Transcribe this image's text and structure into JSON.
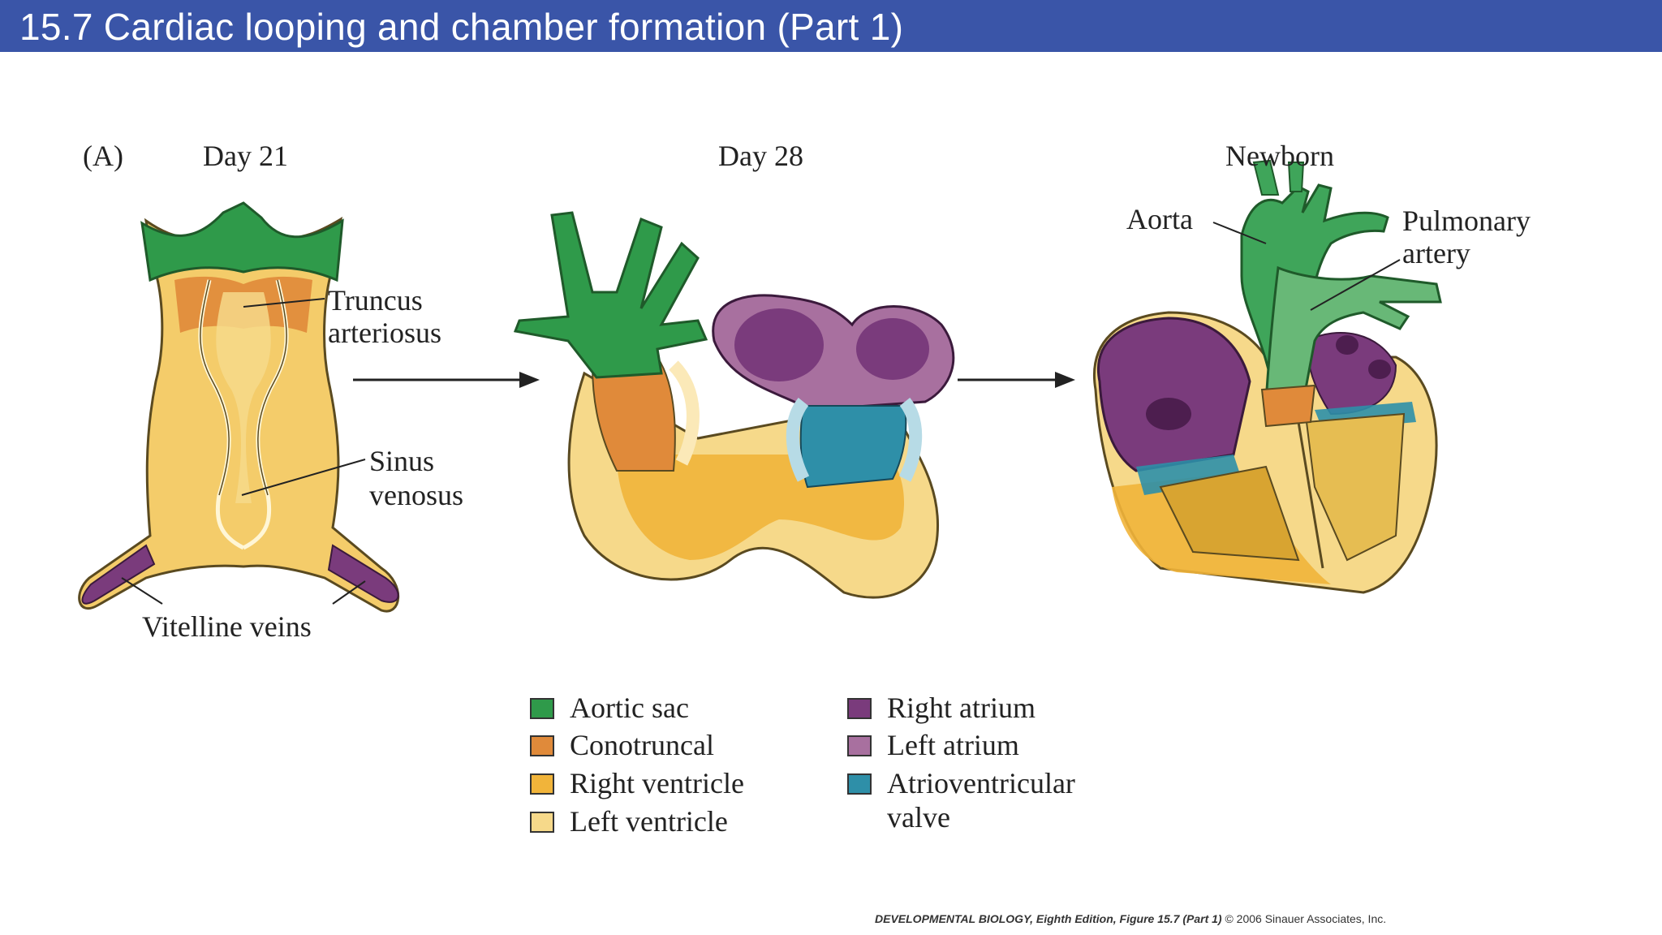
{
  "title": "15.7 Cardiac looping and chamber formation (Part 1)",
  "panel_label": "(A)",
  "stages": {
    "day21": "Day 21",
    "day28": "Day 28",
    "newborn": "Newborn"
  },
  "annotations": {
    "truncus_l1": "Truncus",
    "truncus_l2": "arteriosus",
    "sinus_l1": "Sinus",
    "sinus_l2": "venosus",
    "vitelline": "Vitelline veins",
    "aorta": "Aorta",
    "pulmonary_l1": "Pulmonary",
    "pulmonary_l2": "artery"
  },
  "legend": [
    {
      "label": "Aortic sac",
      "color": "#2f9a4a"
    },
    {
      "label": "Conotruncal",
      "color": "#e08a3a"
    },
    {
      "label": "Right ventricle",
      "color": "#f1b43a"
    },
    {
      "label": "Left ventricle",
      "color": "#f6d98a"
    },
    {
      "label": "Right atrium",
      "color": "#7a3b7c"
    },
    {
      "label": "Left atrium",
      "color": "#a8709f"
    },
    {
      "label": "Atrioventricular",
      "label2": "valve",
      "color": "#2e8fa8"
    }
  ],
  "credit": {
    "book": "DEVELOPMENTAL BIOLOGY, Eighth Edition, Figure 15.7 (Part 1)",
    "copyright": "© 2006 Sinauer Associates, Inc."
  }
}
